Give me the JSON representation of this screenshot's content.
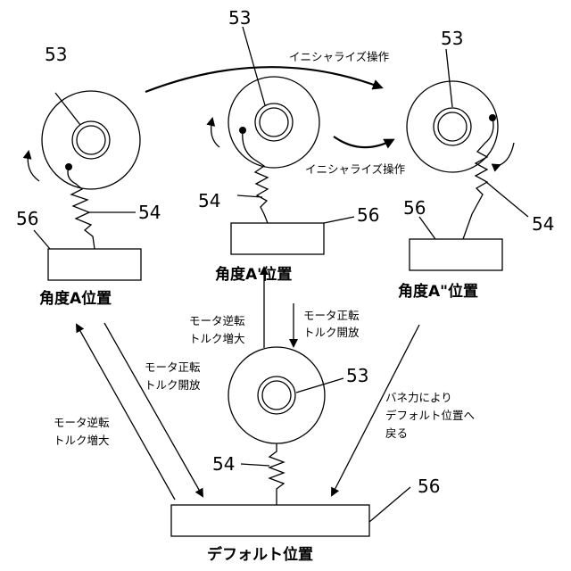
{
  "refs": {
    "disc": "53",
    "spring": "54",
    "block": "56"
  },
  "states": {
    "angle_a": "角度A位置",
    "angle_a_prime": "角度A'位置",
    "angle_a_dprime": "角度A\"位置",
    "default": "デフォルト位置"
  },
  "notes": {
    "init_top": "イニシャライズ操作",
    "init_mid": "イニシャライズ操作",
    "motor_rev_center": [
      "モータ逆転",
      "トルク増大"
    ],
    "motor_fwd_center": [
      "モータ正転",
      "トルク開放"
    ],
    "motor_fwd_left": [
      "モータ正転",
      "トルク開放"
    ],
    "motor_rev_left": [
      "モータ逆転",
      "トルク増大"
    ],
    "spring_return": [
      "バネ力により",
      "デフォルト位置へ",
      "戻る"
    ]
  }
}
